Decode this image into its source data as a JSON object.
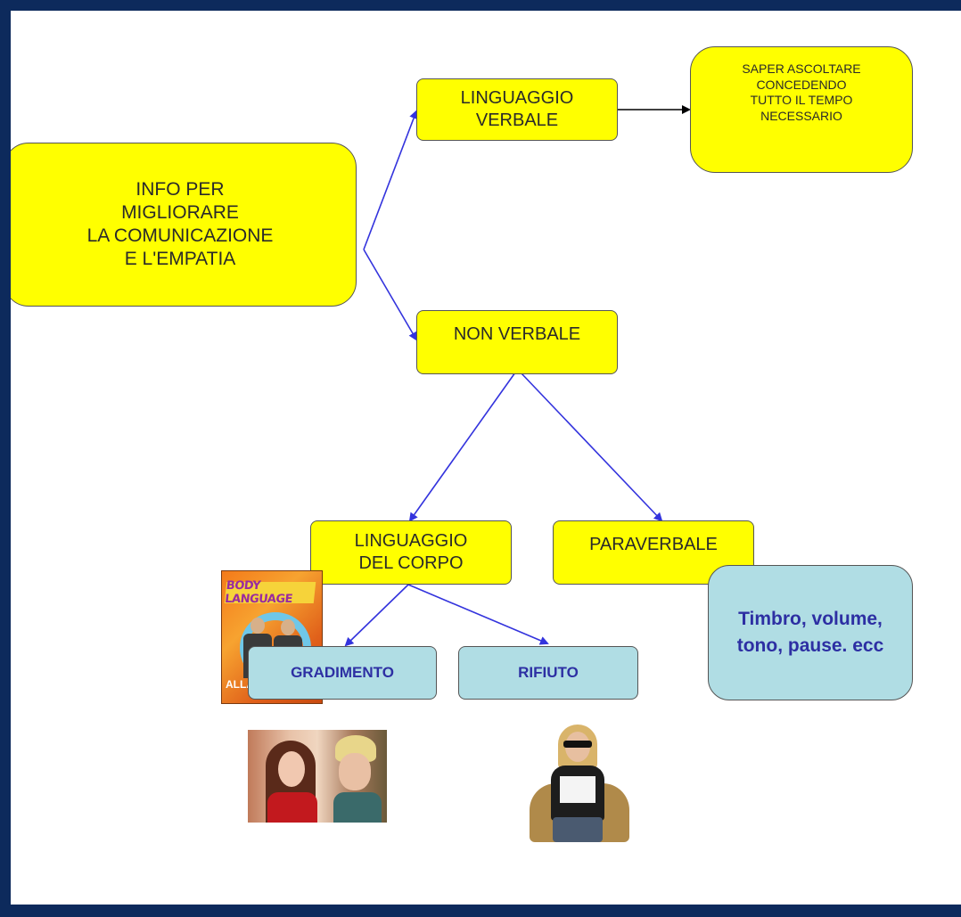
{
  "nodes": {
    "root": "INFO PER\nMIGLIORARE\nLA COMUNICAZIONE\nE L'EMPATIA",
    "verbal": "LINGUAGGIO\nVERBALE",
    "listen": "SAPER ASCOLTARE\nCONCEDENDO\nTUTTO IL TEMPO\nNECESSARIO",
    "nonverbal": "NON VERBALE",
    "body": "LINGUAGGIO\nDEL CORPO",
    "paraverbal": "PARAVERBALE",
    "liking": "GRADIMENTO",
    "refusal": "RIFIUTO",
    "voice": "Timbro, volume,\ntono, pause. ecc"
  },
  "book": {
    "title": "BODY LANGUAGE",
    "author": "ALLAN"
  },
  "colors": {
    "frame": "#0d2a5c",
    "yellow_node": "#ffff00",
    "blue_node": "#b0dde4",
    "blue_text": "#2d2fa3",
    "link_blue": "#3333dd",
    "link_black": "#000000"
  }
}
